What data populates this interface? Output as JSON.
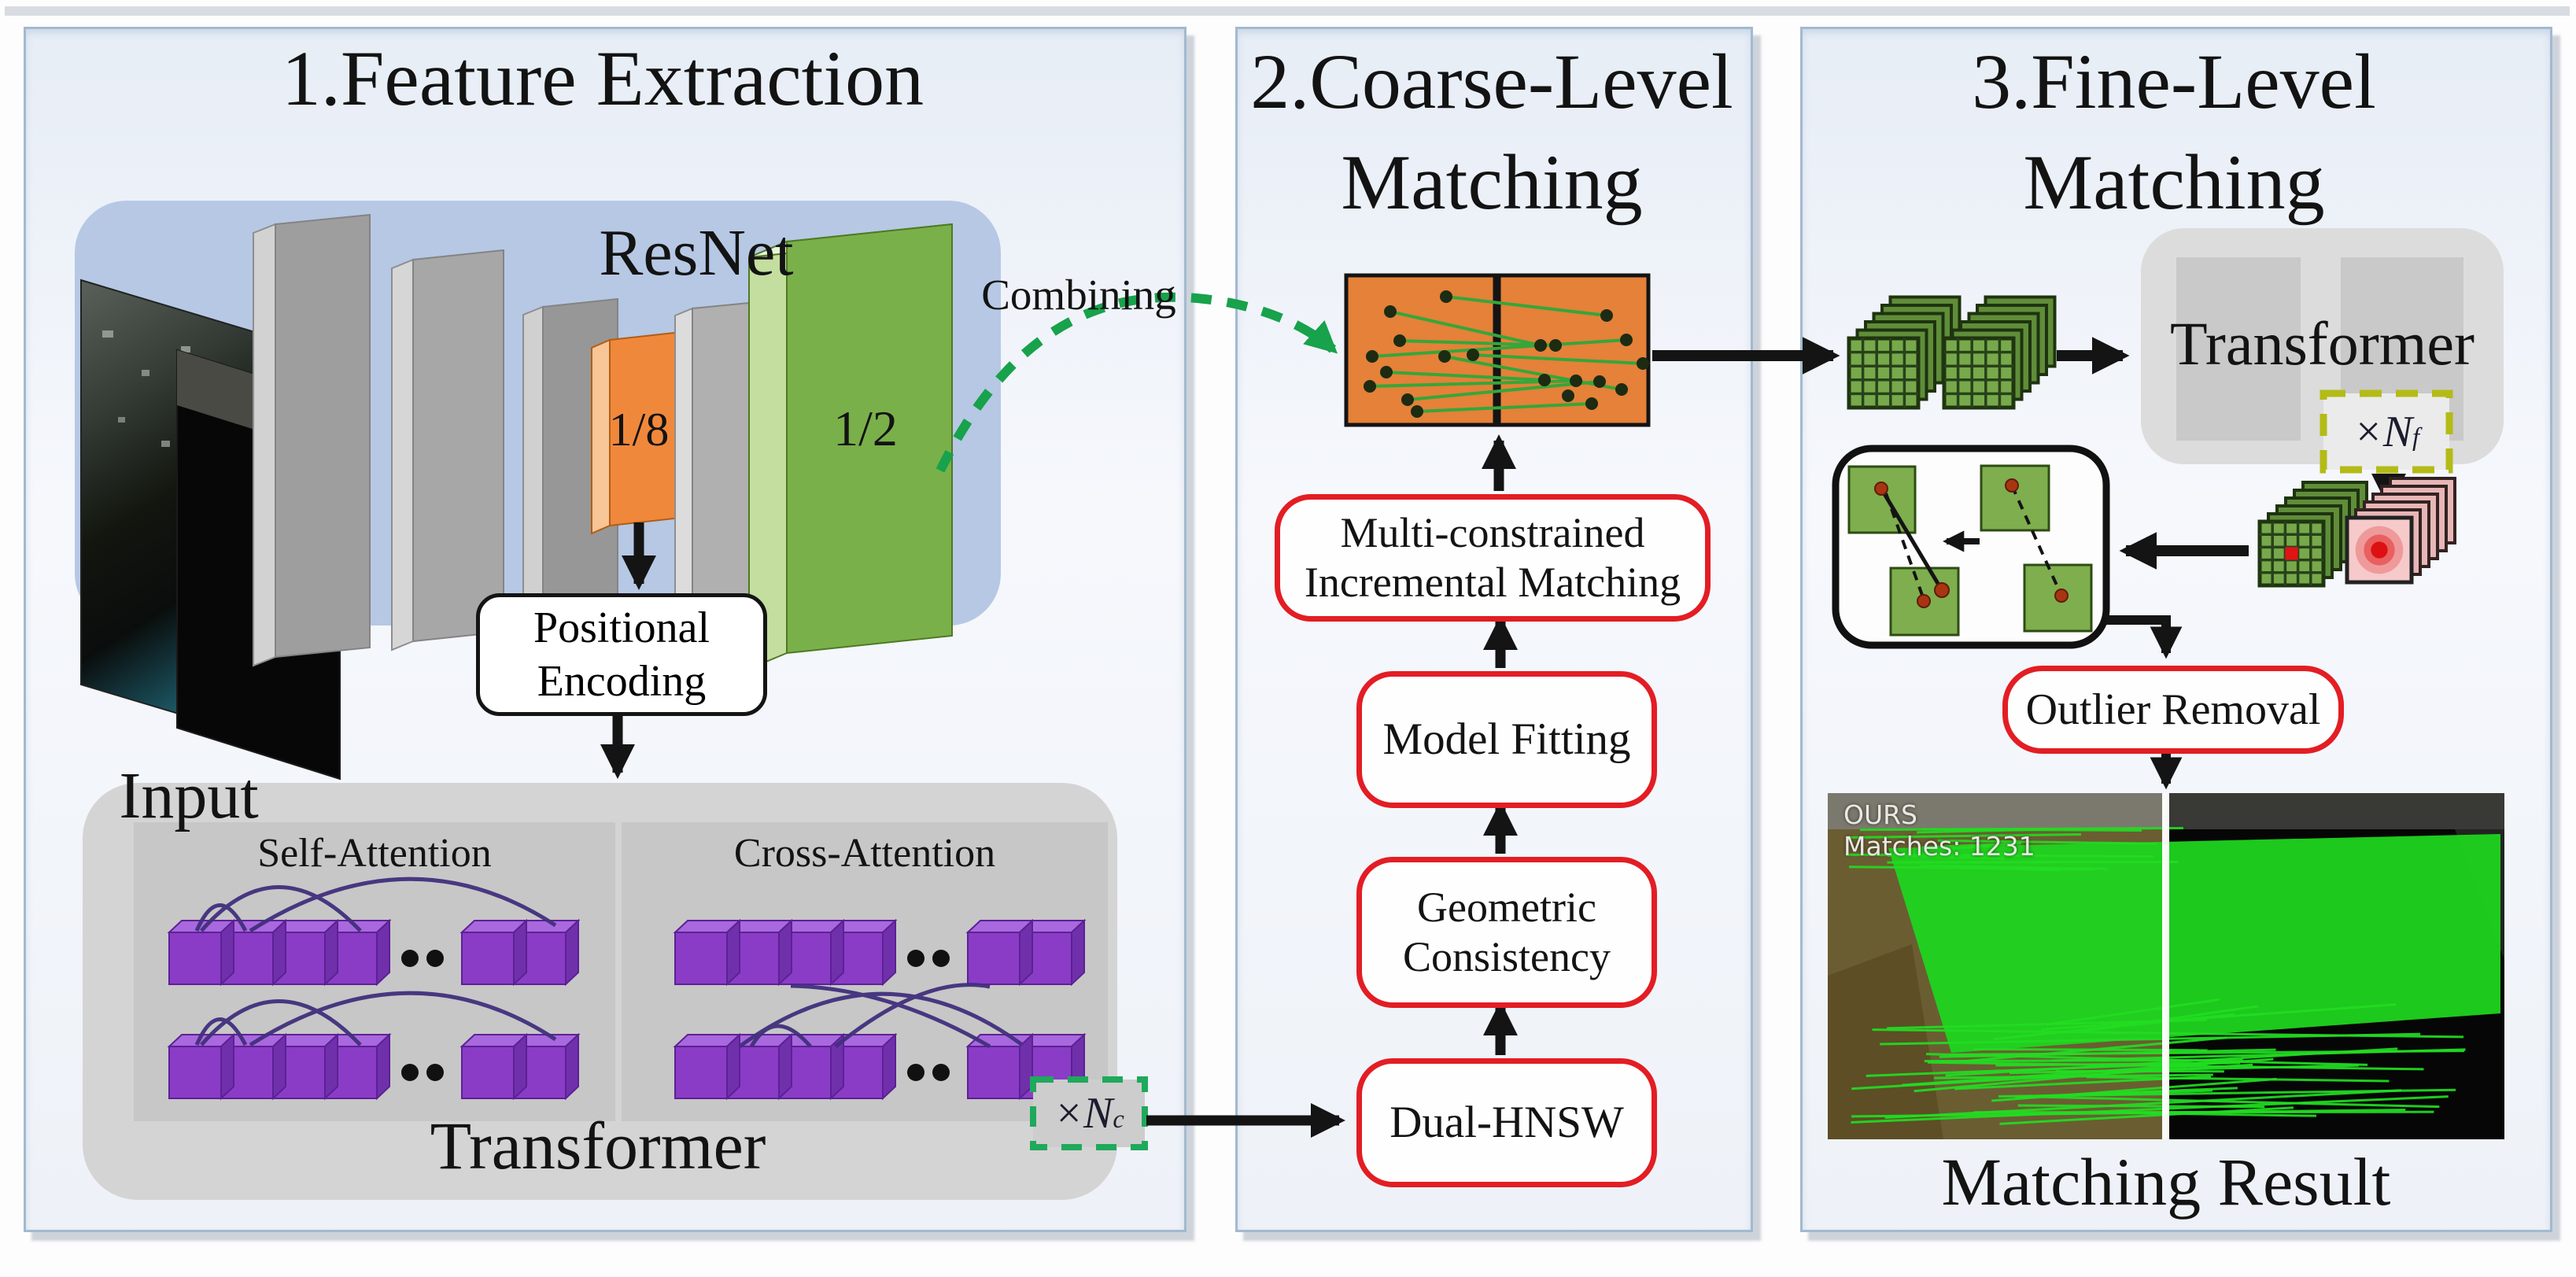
{
  "diagram": {
    "panel1": {
      "title": "1.Feature Extraction",
      "resnet": "ResNet",
      "input": "Input",
      "scale_one_eighth": "1/8",
      "scale_one_half": "1/2",
      "combining": "Combining",
      "pos_enc_line1": "Positional",
      "pos_enc_line2": "Encoding",
      "self_attention": "Self-Attention",
      "cross_attention": "Cross-Attention",
      "transformer": "Transformer",
      "n_times_prefix": "×N",
      "n_times_sub": "c"
    },
    "panel2": {
      "title_line1": "2.Coarse-Level",
      "title_line2": "Matching",
      "step_top_line1": "Multi-constrained",
      "step_top_line2": "Incremental Matching",
      "step_model_fitting": "Model Fitting",
      "step_geometric_line1": "Geometric",
      "step_geometric_line2": "Consistency",
      "step_dual_hnsw": "Dual-HNSW"
    },
    "panel3": {
      "title_line1": "3.Fine-Level",
      "title_line2": "Matching",
      "transformer": "Transformer",
      "n_times_prefix": "×N",
      "n_times_sub": "f",
      "outlier_removal": "Outlier Removal",
      "result_overlay_line1": "OURS",
      "result_overlay_line2": "Matches: 1231",
      "result_caption": "Matching Result"
    }
  },
  "colors": {
    "panel_border": "#a3b9cf",
    "resnet_fill": "#b6c8e4",
    "container_gray": "#d4d4d4",
    "subpanel_gray": "#c7c7c7",
    "cube_purple": "#8a3cc6",
    "slab_orange": "#f0883c",
    "slab_green": "#7ab04a",
    "arrow_black": "#141414",
    "dashed_green": "#17a24b",
    "dashed_olive": "#b3bb17",
    "box_red": "#e31d24",
    "match_square_orange": "#e58138",
    "match_line_green": "#36a63a",
    "result_line_green": "#22dd22"
  }
}
